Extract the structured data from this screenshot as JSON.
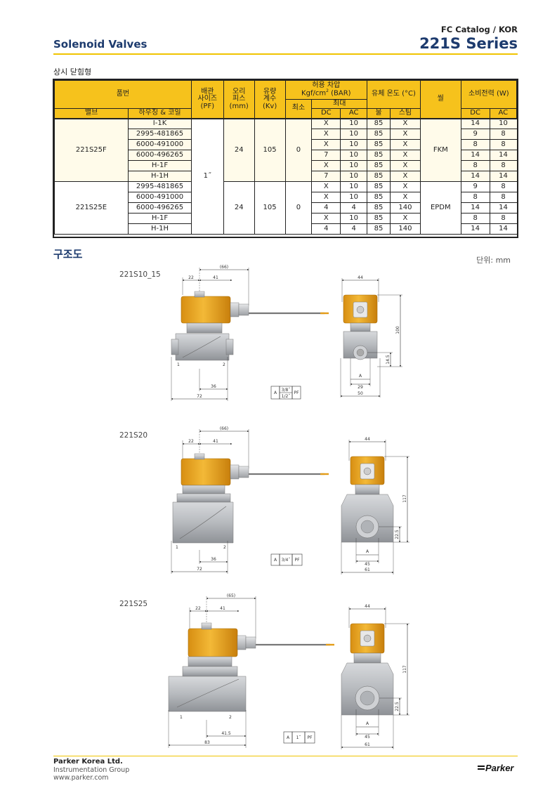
{
  "header": {
    "series_label": "Solenoid Valves",
    "catalog": "FC Catalog / KOR",
    "series": "221S Series"
  },
  "table": {
    "title": "상시 닫힘형",
    "headers": {
      "part_no": "품번",
      "port_size_1": "배관",
      "port_size_2": "사이즈",
      "port_size_3": "(PF)",
      "orifice_1": "오리",
      "orifice_2": "피스",
      "orifice_3": "(mm)",
      "flow_1": "유량",
      "flow_2": "계수",
      "flow_3": "(Kv)",
      "pressure_1": "허용 차압",
      "pressure_2a": "Kgf/cm",
      "pressure_2sup": "2",
      "pressure_2b": " (BAR)",
      "min": "최소",
      "max": "최대",
      "dc": "DC",
      "ac": "AC",
      "fluid_temp": "유체 온도 (°C)",
      "water": "물",
      "steam": "스팀",
      "seal": "씰",
      "power": "소비전력 (W)",
      "power_dc": "DC",
      "power_ac": "AC",
      "valve": "밸브",
      "housing_coil": "하우징 & 코일"
    },
    "groups": [
      {
        "valve": "221S25F",
        "port": "1˝",
        "orifice": "24",
        "kv": "105",
        "min": "0",
        "seal": "FKM",
        "rows": [
          {
            "housing": "I-1K",
            "max_dc": "X",
            "max_ac": "10",
            "water": "85",
            "steam": "X",
            "pw_dc": "14",
            "pw_ac": "10"
          },
          {
            "housing": "2995-481865",
            "max_dc": "X",
            "max_ac": "10",
            "water": "85",
            "steam": "X",
            "pw_dc": "9",
            "pw_ac": "8"
          },
          {
            "housing": "6000-491000",
            "max_dc": "X",
            "max_ac": "10",
            "water": "85",
            "steam": "X",
            "pw_dc": "8",
            "pw_ac": "8"
          },
          {
            "housing": "6000-496265",
            "max_dc": "7",
            "max_ac": "10",
            "water": "85",
            "steam": "X",
            "pw_dc": "14",
            "pw_ac": "14"
          },
          {
            "housing": "H-1F",
            "max_dc": "X",
            "max_ac": "10",
            "water": "85",
            "steam": "X",
            "pw_dc": "8",
            "pw_ac": "8"
          },
          {
            "housing": "H-1H",
            "max_dc": "7",
            "max_ac": "10",
            "water": "85",
            "steam": "X",
            "pw_dc": "14",
            "pw_ac": "14"
          }
        ]
      },
      {
        "valve": "221S25E",
        "orifice": "24",
        "kv": "105",
        "min": "0",
        "seal": "EPDM",
        "rows": [
          {
            "housing": "2995-481865",
            "max_dc": "X",
            "max_ac": "10",
            "water": "85",
            "steam": "X",
            "pw_dc": "9",
            "pw_ac": "8"
          },
          {
            "housing": "6000-491000",
            "max_dc": "X",
            "max_ac": "10",
            "water": "85",
            "steam": "X",
            "pw_dc": "8",
            "pw_ac": "8"
          },
          {
            "housing": "6000-496265",
            "max_dc": "4",
            "max_ac": "4",
            "water": "85",
            "steam": "140",
            "pw_dc": "14",
            "pw_ac": "14"
          },
          {
            "housing": "H-1F",
            "max_dc": "X",
            "max_ac": "10",
            "water": "85",
            "steam": "X",
            "pw_dc": "8",
            "pw_ac": "8"
          },
          {
            "housing": "H-1H",
            "max_dc": "4",
            "max_ac": "4",
            "water": "85",
            "steam": "140",
            "pw_dc": "14",
            "pw_ac": "14"
          }
        ]
      }
    ]
  },
  "drawings": {
    "section_title": "구조도",
    "unit": "단위: mm",
    "models": [
      {
        "label": "221S10_15",
        "dims": {
          "top": "(66)",
          "a": "22",
          "b": "41",
          "base_inner": "36",
          "base_total": "72",
          "side_top": "44",
          "height": "100",
          "low": "14.5",
          "a_w": "29",
          "side_total": "50"
        },
        "port": {
          "a": "A",
          "v1": "3/8˝",
          "v2": "1/2˝",
          "pf": "PF"
        }
      },
      {
        "label": "221S20",
        "dims": {
          "top": "(66)",
          "a": "22",
          "b": "41",
          "base_inner": "36",
          "base_total": "72",
          "side_top": "44",
          "height": "117",
          "low": "22.5",
          "a_w": "45",
          "side_total": "61"
        },
        "port": {
          "a": "A",
          "v1": "3/4˝",
          "pf": "PF"
        }
      },
      {
        "label": "221S25",
        "dims": {
          "top": "(65)",
          "a": "22",
          "b": "41",
          "base_inner": "41.5",
          "base_total": "83",
          "side_top": "44",
          "height": "117",
          "low": "22.5",
          "a_w": "45",
          "side_total": "61"
        },
        "port": {
          "a": "A",
          "v1": "1˝",
          "pf": "PF"
        }
      }
    ],
    "common": {
      "port_in": "1",
      "port_out": "2",
      "a_label": "A"
    }
  },
  "footer": {
    "company": "Parker Korea Ltd.",
    "group": "Instrumentation Group",
    "web": "www.parker.com",
    "logo_text": "Parker"
  },
  "colors": {
    "accent": "#f6c21c",
    "title": "#1d3b6e",
    "coil": "#e8a31a",
    "body": "#b9bcc0"
  }
}
